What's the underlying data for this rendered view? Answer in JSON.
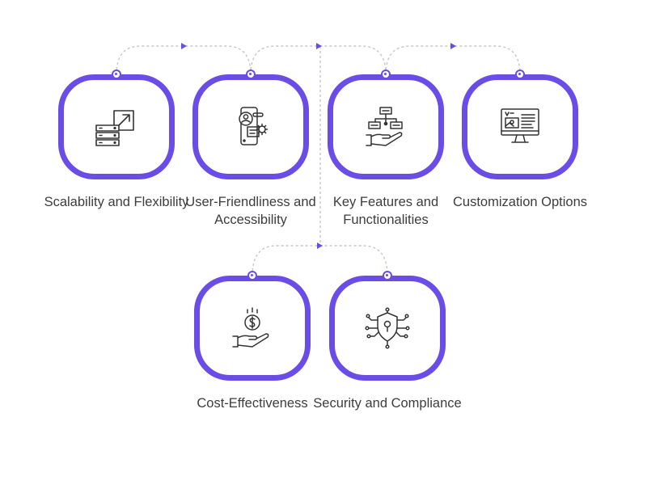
{
  "colors": {
    "accent": "#6a4ce6",
    "connector": "#c6c6c6",
    "icon": "#333333",
    "text": "#3d3d3d"
  },
  "nodes": [
    {
      "label": "Scalability and Flexibility",
      "icon": "server-resize-icon"
    },
    {
      "label": "User-Friendliness and Accessibility",
      "icon": "user-profile-settings-icon"
    },
    {
      "label": "Key Features and Functionalities",
      "icon": "hand-flowchart-icon"
    },
    {
      "label": "Customization Options",
      "icon": "monitor-layout-icon"
    },
    {
      "label": "Cost-Effectiveness",
      "icon": "hand-dollar-coin-icon"
    },
    {
      "label": "Security and Compliance",
      "icon": "shield-circuit-lock-icon"
    }
  ]
}
